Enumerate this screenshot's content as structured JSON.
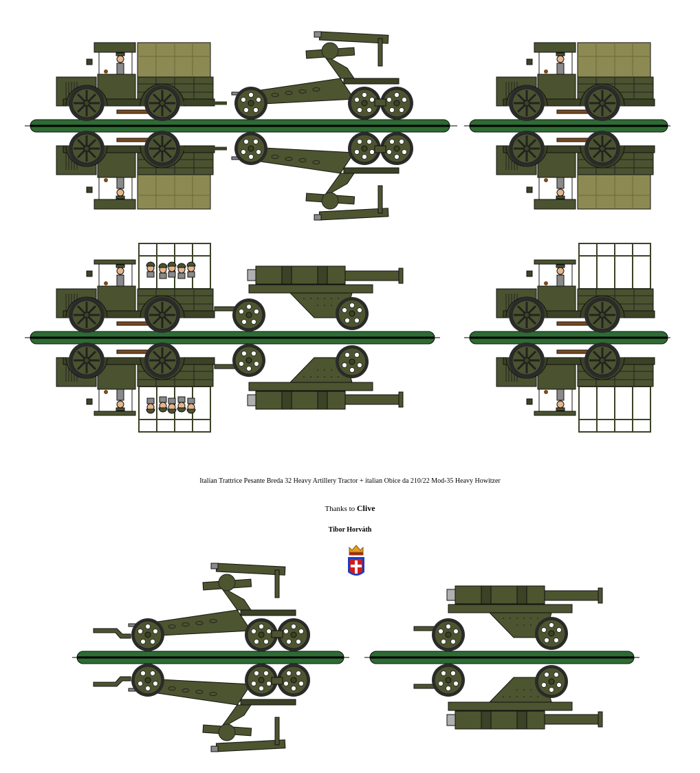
{
  "plate": {
    "title": "Italian Trattrice Pesante Breda 32 Heavy Artillery Tractor + italian Obice da 210/22 Mod-35 Heavy Howitzer",
    "thanks_prefix": "Thanks to",
    "thanks_name": "Clive",
    "author": "Tibor Horváth",
    "emblem": "savoy-crown-and-shield-icon"
  },
  "colors": {
    "background": "#ffffff",
    "ground_bar": "#2e6b34",
    "ground_line": "#000000",
    "vehicle_olive": "#4a5230",
    "vehicle_dark": "#3b4226",
    "tarp": "#8c8a52",
    "gun_olive": "#4d5430",
    "wheel_tire": "#2b2b2b",
    "crew_grey": "#8a8a8a",
    "wood_brown": "#7a4a1e",
    "shield_red": "#d01c1c",
    "shield_blue": "#1c3cc8",
    "crown_gold": "#e0a020"
  },
  "rows": [
    {
      "id": "row1",
      "left": "Breda 32 tractor (tarp) towing howitzer in firing-travel config",
      "right": "Breda 32 tractor (tarp)"
    },
    {
      "id": "row2",
      "left": "Breda 32 tractor (crew cage) towing howitzer barrel carriage",
      "right": "Breda 32 tractor (open cage)"
    },
    {
      "id": "row3",
      "left": "Obice da 210/22 howitzer carriage",
      "right": "Barrel transport carriage"
    }
  ]
}
